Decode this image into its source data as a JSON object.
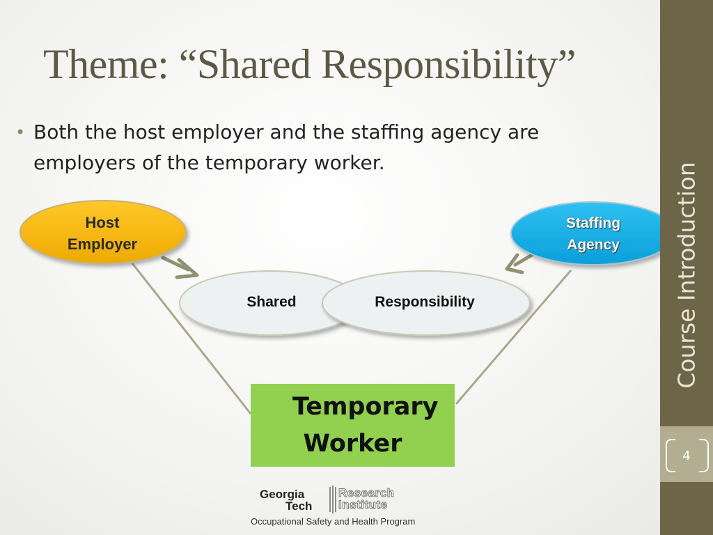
{
  "slide": {
    "title": "Theme: “Shared Responsibility”",
    "bullet": "Both the host employer and the staffing agency are employers of the temporary worker.",
    "sidebar_label": "Course Introduction",
    "page_number": "4"
  },
  "diagram": {
    "host_employer": "Host Employer",
    "staffing_agency": "Staffing Agency",
    "shared": "Shared",
    "responsibility": "Responsibility",
    "temporary_worker": "Temporary Worker"
  },
  "logo": {
    "georgia": "Georgia",
    "tech": "Tech",
    "research": "Research",
    "institute": "Institute",
    "caption": "Occupational Safety and Health Program"
  },
  "colors": {
    "title": "#5b5a45",
    "sidebar": "#6e6549",
    "page_box": "#b3ad92",
    "host_fill": "#f7b500",
    "staffing_fill": "#12aee8",
    "shared_fill": "#eef1f1",
    "worker_fill": "#92d050",
    "connector": "#a8a98a"
  }
}
